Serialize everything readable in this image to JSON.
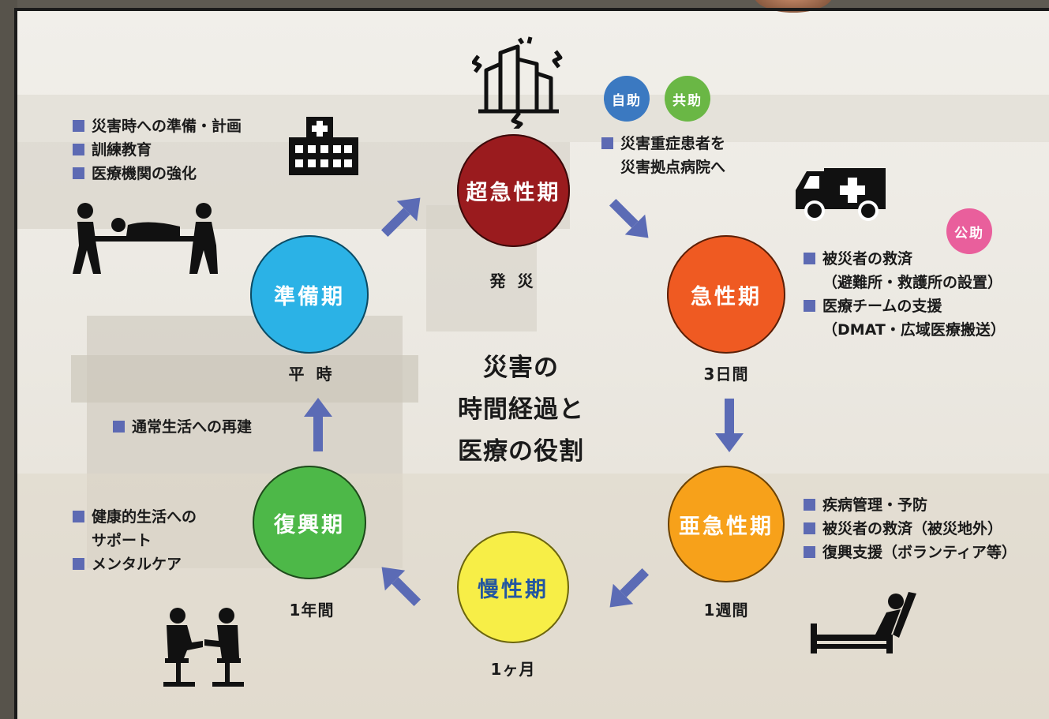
{
  "title": [
    "災害の",
    "時間経過と",
    "医療の役割"
  ],
  "phases": {
    "hyperacute": {
      "label": "超急性期",
      "sub": "発 災",
      "color": "#9a1b1e"
    },
    "acute": {
      "label": "急性期",
      "sub": "3日間",
      "color": "#ef5a22"
    },
    "subacute": {
      "label": "亜急性期",
      "sub": "1週間",
      "color": "#f7a11a"
    },
    "chronic": {
      "label": "慢性期",
      "sub": "1ヶ月",
      "color": "#f7ee47"
    },
    "recovery": {
      "label": "復興期",
      "sub": "1年間",
      "color": "#4db848"
    },
    "preparation": {
      "label": "準備期",
      "sub": "平 時",
      "color": "#2bb2e6"
    }
  },
  "badges": {
    "self_help": {
      "text": "自助",
      "color": "#3b79c1"
    },
    "mutual_help": {
      "text": "共助",
      "color": "#6ab745"
    },
    "public_help": {
      "text": "公助",
      "color": "#e95f9c"
    }
  },
  "notes": {
    "preparation": [
      "災害時への準備・計画",
      "訓練教育",
      "医療機関の強化"
    ],
    "hyperacute": [
      "災害重症患者を",
      "災害拠点病院へ"
    ],
    "acute": [
      {
        "line1": "被災者の救済",
        "line2": "（避難所・救護所の設置）"
      },
      {
        "line1": "医療チームの支援",
        "line2": "（DMAT・広域医療搬送）"
      }
    ],
    "subacute": [
      "疾病管理・予防",
      "被災者の救済（被災地外）",
      "復興支援（ボランティア等）"
    ],
    "rebuild": [
      "通常生活への再建"
    ],
    "recovery": [
      {
        "line1": "健康的生活への",
        "line2": "サポート"
      },
      {
        "line1": "メンタルケア",
        "line2": ""
      }
    ]
  },
  "colors": {
    "arrow": "#5b6bb5",
    "bullet": "#5d6ab3",
    "text": "#1a1a1a"
  },
  "icons": [
    "collapsing-building-icon",
    "hospital-icon",
    "stretcher-icon",
    "ambulance-icon",
    "hospital-bed-icon",
    "counseling-icon"
  ]
}
